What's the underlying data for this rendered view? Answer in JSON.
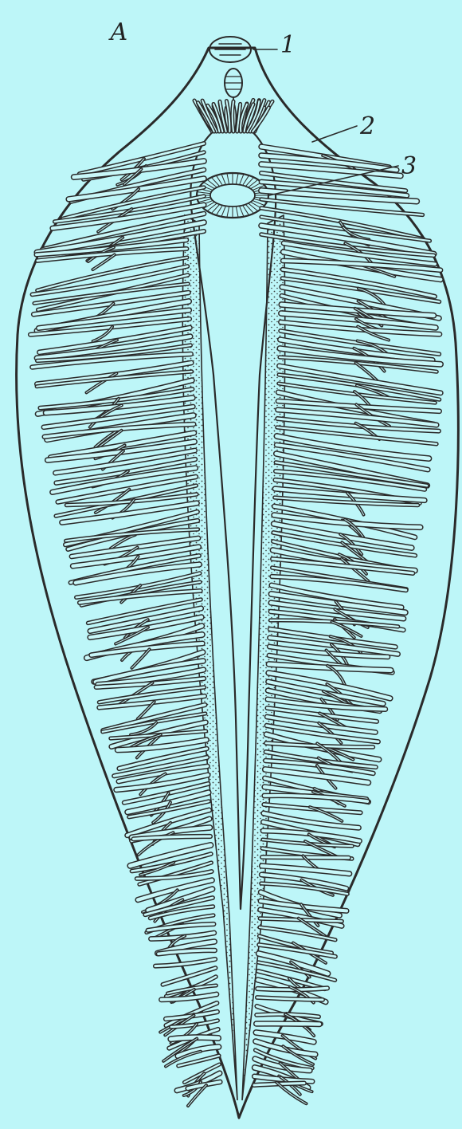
{
  "figure": {
    "panel_letter": "А",
    "labels": [
      {
        "id": "1",
        "text": "1"
      },
      {
        "id": "2",
        "text": "2"
      },
      {
        "id": "3",
        "text": "3"
      }
    ]
  },
  "colors": {
    "background": "#bdf6f8",
    "ink": "#2a2a2a",
    "stipple": "#3a3a3a"
  }
}
